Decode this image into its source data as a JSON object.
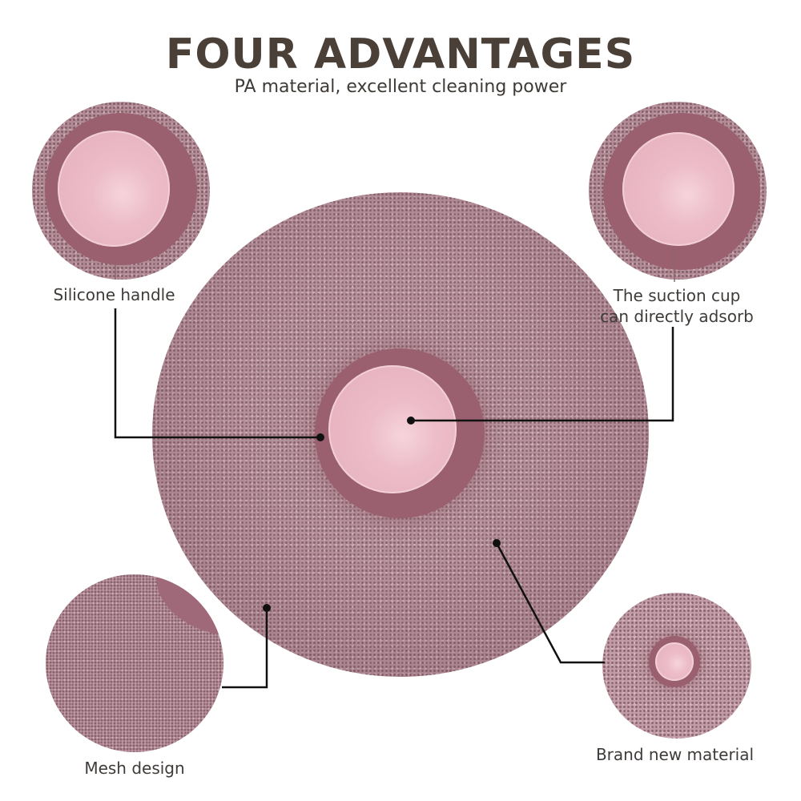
{
  "header": {
    "title": "FOUR ADVANTAGES",
    "subtitle": "PA material, excellent cleaning power"
  },
  "callouts": [
    {
      "id": "silicone-handle",
      "label": "Silicone handle"
    },
    {
      "id": "suction-cup",
      "label_line1": "The suction cup",
      "label_line2": "can directly adsorb"
    },
    {
      "id": "mesh-design",
      "label": "Mesh design"
    },
    {
      "id": "brand-new-material",
      "label": "Brand new material"
    }
  ],
  "colors": {
    "title_text": "#4a4038",
    "body_text": "#3e3b38",
    "mesh_pink": "#b28b96",
    "ring_mauve": "#9a6070",
    "cap_pink": "#ecbcc8",
    "leader_line": "#111111"
  }
}
